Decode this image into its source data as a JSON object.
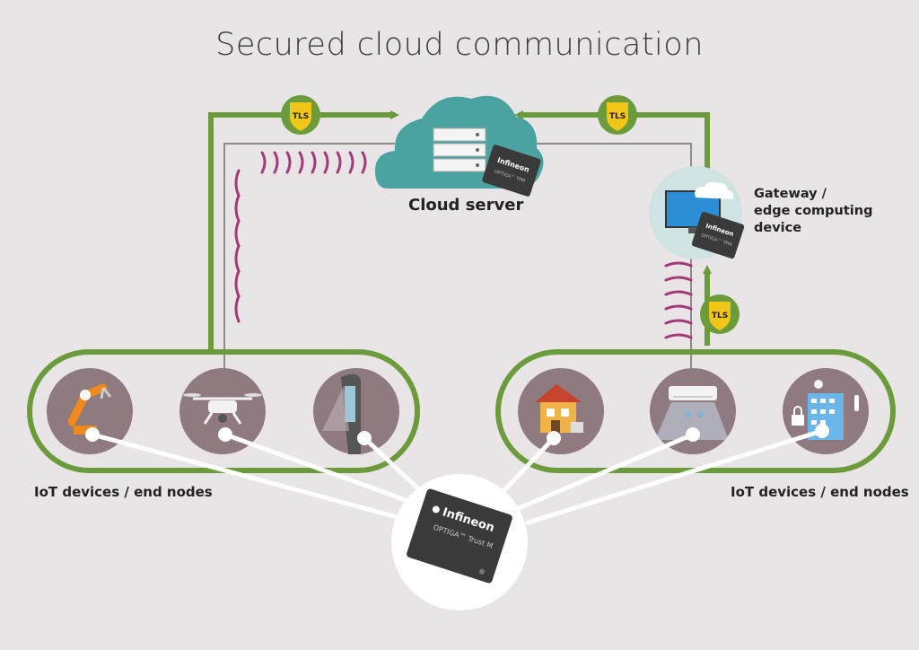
{
  "title": "Secured cloud communication",
  "cloud_server": {
    "label": "Cloud server",
    "chip_brand": "Infineon",
    "chip_text": "OPTIGA™ TPM"
  },
  "gateway": {
    "label": "Gateway /\nedge computing\ndevice",
    "chip_brand": "Infineon",
    "chip_text": "OPTIGA™ TPM"
  },
  "badges": {
    "tls": "TLS"
  },
  "left_group": {
    "label": "IoT devices / end nodes",
    "devices": [
      "robotic-arm-icon",
      "drone-icon",
      "ev-charger-icon"
    ]
  },
  "right_group": {
    "label": "IoT devices / end nodes",
    "devices": [
      "smart-home-icon",
      "air-conditioner-icon",
      "smart-building-icon"
    ]
  },
  "center_chip": {
    "brand": "Infineon",
    "text": "OPTIGA™ Trust M"
  },
  "colors": {
    "background": "#e9e5e7",
    "green": "#6b9b3a",
    "cloud": "#4aa3a0",
    "signal": "#a23a7a",
    "device_circle": "#8f7a80",
    "badge_yellow": "#f2c617",
    "chip": "#3a3a3a"
  }
}
